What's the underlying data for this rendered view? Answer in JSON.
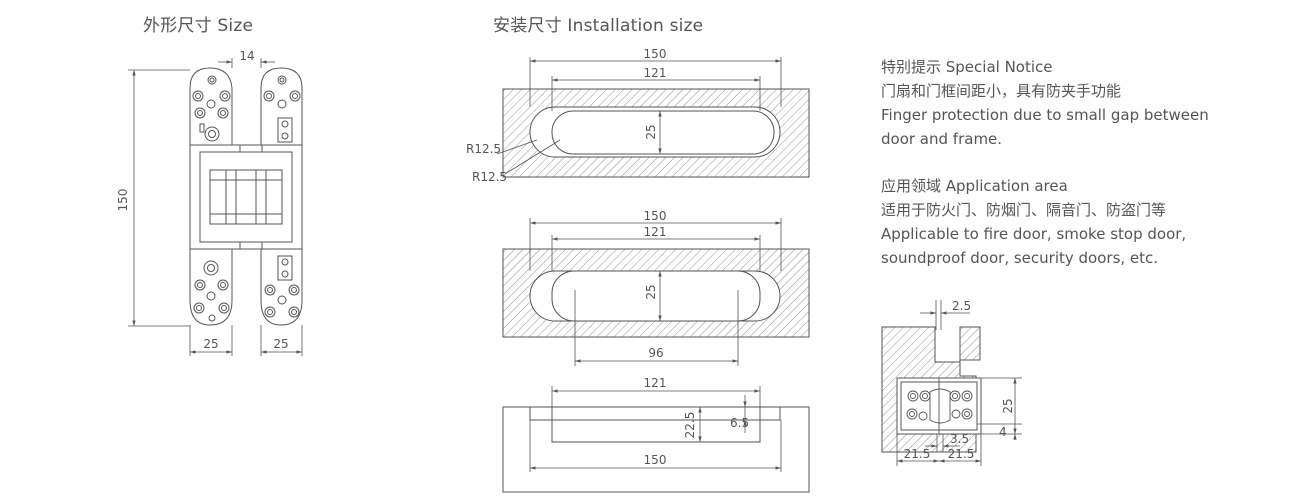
{
  "titles": {
    "size": "外形尺寸 Size",
    "installation": "安装尺寸 Installation size"
  },
  "notice": {
    "special_heading": "特别提示 Special Notice",
    "special_cn": "门扇和门框间距小，具有防夹手功能",
    "special_en_1": "Finger protection due to small gap between",
    "special_en_2": "door and frame.",
    "app_heading": "应用领域 Application area",
    "app_cn": "适用于防火门、防烟门、隔音门、防盗门等",
    "app_en_1": "Applicable to fire door, smoke stop door,",
    "app_en_2": "soundproof door, security doors, etc."
  },
  "dims": {
    "size_gap": "14",
    "size_height": "150",
    "size_left_width": "25",
    "size_right_width": "25",
    "top_outer": "150",
    "top_inner": "121",
    "top_depth": "25",
    "top_r1": "R12.5",
    "top_r2": "R12.5",
    "mid_outer": "150",
    "mid_inner": "121",
    "mid_depth": "25",
    "mid_slot": "96",
    "bot_inner": "121",
    "bot_depth": "22.5",
    "bot_step": "6.5",
    "bot_outer": "150",
    "sec_gap_top": "2.5",
    "sec_height": "25",
    "sec_bottom": "4",
    "sec_gap_bottom": "3.5",
    "sec_left": "21.5",
    "sec_right": "21.5"
  }
}
